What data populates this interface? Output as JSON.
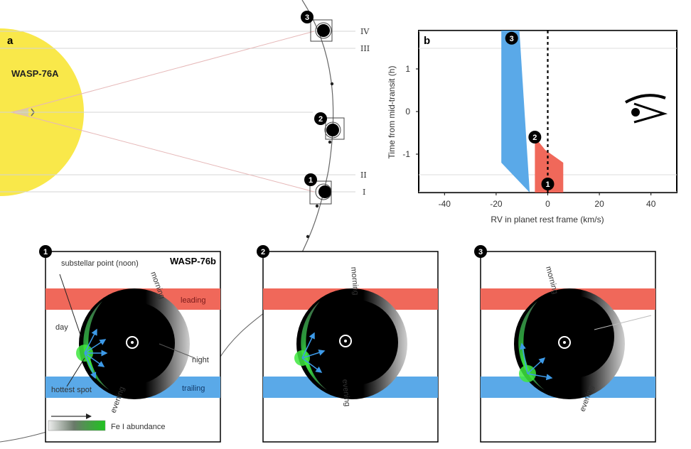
{
  "panel_a": {
    "label": "a",
    "star_name": "WASP-76A",
    "orbit_markers": [
      "IV",
      "III",
      "II",
      "I"
    ],
    "phase_numbers": [
      "1",
      "2",
      "3"
    ]
  },
  "panel_b": {
    "label": "b",
    "phase_markers": [
      "3",
      "2",
      "1"
    ],
    "chart_data": {
      "type": "area",
      "xlabel": "RV in planet rest frame (km/s)",
      "ylabel": "Time from mid-transit (h)",
      "xlim": [
        -50,
        50
      ],
      "ylim": [
        -1.9,
        1.9
      ],
      "xticks": [
        -40,
        -20,
        0,
        20,
        40
      ],
      "yticks": [
        -1,
        0,
        1
      ],
      "grid": "horizontal contact lines at I, II, III, IV",
      "series": [
        {
          "color": "#5aa9e8",
          "polygon": [
            [
              -18,
              1.9
            ],
            [
              -11,
              1.9
            ],
            [
              -7,
              -1.9
            ],
            [
              -18,
              -1.2
            ]
          ]
        },
        {
          "color": "#f0685a",
          "polygon": [
            [
              -5,
              -0.6
            ],
            [
              -1,
              -0.9
            ],
            [
              6,
              -1.2
            ],
            [
              6,
              -1.9
            ],
            [
              -5,
              -1.9
            ]
          ]
        }
      ],
      "reference_line": {
        "x": 0,
        "style": "dashed"
      }
    }
  },
  "insets": [
    {
      "number": "1",
      "title": "WASP-76b",
      "labels": {
        "substellar": "substellar point (noon)",
        "day": "day",
        "night": "night",
        "hottest": "hottest spot",
        "morning": "morning",
        "evening": "evening",
        "leading": "leading",
        "trailing": "trailing"
      }
    },
    {
      "number": "2",
      "labels": {
        "morning": "morning",
        "evening": "evening"
      }
    },
    {
      "number": "3",
      "labels": {
        "morning": "morning",
        "evening": "evening"
      }
    }
  ],
  "legend": {
    "label": "Fe I abundance"
  },
  "colors": {
    "star": "#f9e84a",
    "leading": "#f0685a",
    "trailing": "#5aa9e8",
    "iron": "#2fc22f",
    "planet": "#000000"
  }
}
